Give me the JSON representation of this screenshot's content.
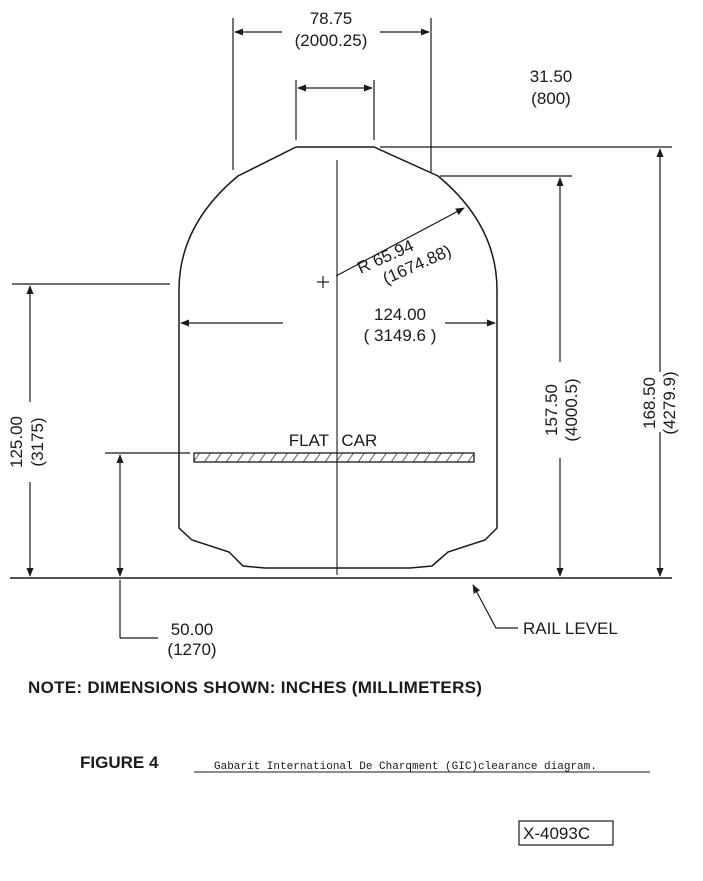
{
  "dimensions": {
    "top_width_in": "78.75",
    "top_width_mm": "(2000.25)",
    "roof_flat_in": "31.50",
    "roof_flat_mm": "(800)",
    "radius_in": "R 65.94",
    "radius_mm": "(1674.88)",
    "width_in": "124.00",
    "width_mm": "( 3149.6 )",
    "left_height_in": "125.00",
    "left_height_mm": "(3175)",
    "flatcar_height_in": "50.00",
    "flatcar_height_mm": "(1270)",
    "inner_height_in": "157.50",
    "inner_height_mm": "(4000.5)",
    "total_height_in": "168.50",
    "total_height_mm": "(4279.9)"
  },
  "labels": {
    "flat_car": "FLAT CAR",
    "rail_level": "RAIL LEVEL",
    "note": "NOTE: DIMENSIONS SHOWN: INCHES (MILLIMETERS)",
    "figure_number": "FIGURE 4",
    "caption": "Gabarit International De Charqment (GIC)clearance diagram.",
    "drawing_code": "X-4093C"
  }
}
